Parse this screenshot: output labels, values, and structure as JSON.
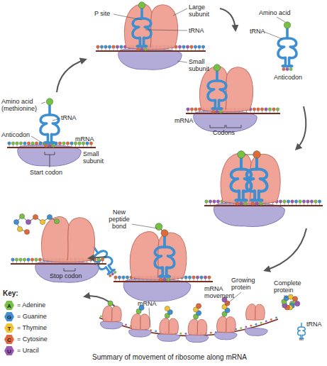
{
  "diagram": {
    "labels": [
      "P site",
      "Large subunit",
      "tRNA",
      "Small subunit",
      "Amino acid",
      "tRNA",
      "Anticodon",
      "mRNA",
      "Codons",
      "Amino acid (methionine)",
      "tRNA",
      "Anticodon",
      "mRNA",
      "Small subunit",
      "Start codon",
      "New peptide bond",
      "mRNA movement",
      "Stop codon",
      "Key:",
      "A",
      "G",
      "T",
      "C",
      "U",
      "mRNA",
      "Growing protein",
      "Complete protein",
      "tRNA",
      "Summary of movement of ribosome along mRNA"
    ],
    "legend": [
      {
        "text": "= Adenine",
        "color": "#77c043"
      },
      {
        "text": "= Guanine",
        "color": "#3f8fd2"
      },
      {
        "text": "= Thymine",
        "color": "#f2c230"
      },
      {
        "text": "= Cytosine",
        "color": "#e0683a"
      },
      {
        "text": "= Uracil",
        "color": "#9b59b6"
      }
    ]
  }
}
